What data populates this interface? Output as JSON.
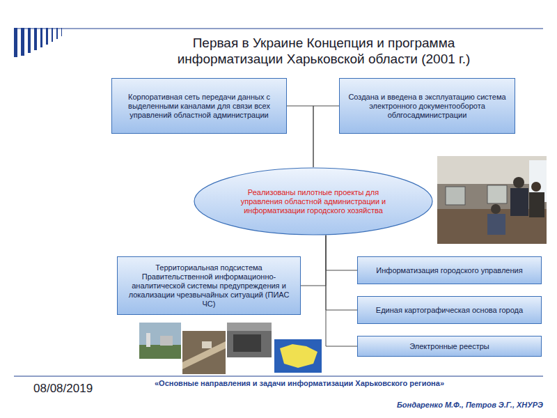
{
  "diagram": {
    "title": "Первая в Украине Концепция и программа информатизации Харьковской области (2001 г.)",
    "nodes": [
      {
        "text": [
          "Корпоративная сеть передачи данных с выделенными каналами для связи всех управлений областной администрации"
        ]
      },
      {
        "text": [
          "Создана и введена в эксплуатацию система электронного документооборота облгосадминистрации"
        ]
      },
      {
        "text": [
          "Реализованы пилотные проекты для управления областной администрации и информатизации городского хозяйства"
        ]
      },
      {
        "text": [
          "Территориальная подсистема Правительственной информационно-аналитической системы предупреждения и локализации чрезвычайных ситуаций (ПИАС ЧС)"
        ]
      },
      {
        "text": [
          "Информатизация городского управления"
        ]
      },
      {
        "text": [
          "Единая картографическая основа города"
        ]
      },
      {
        "text": [
          "Электронные реестры"
        ]
      }
    ],
    "edges": [
      {
        "from": 2,
        "to": 0,
        "arrow": "none"
      },
      {
        "from": 2,
        "to": 1,
        "arrow": "none"
      },
      {
        "from": 2,
        "to": 3,
        "arrow": "none"
      },
      {
        "from": 2,
        "to": 4,
        "arrow": "none"
      },
      {
        "from": 2,
        "to": 5,
        "arrow": "none"
      },
      {
        "from": 2,
        "to": 6,
        "arrow": "none"
      }
    ],
    "labels": [
      "08/08/2019",
      "«Основные направления и задачи информатизации Харьковского региона»",
      "Бондаренко М.Ф., Петров Э.Г., ХНУРЭ"
    ]
  }
}
